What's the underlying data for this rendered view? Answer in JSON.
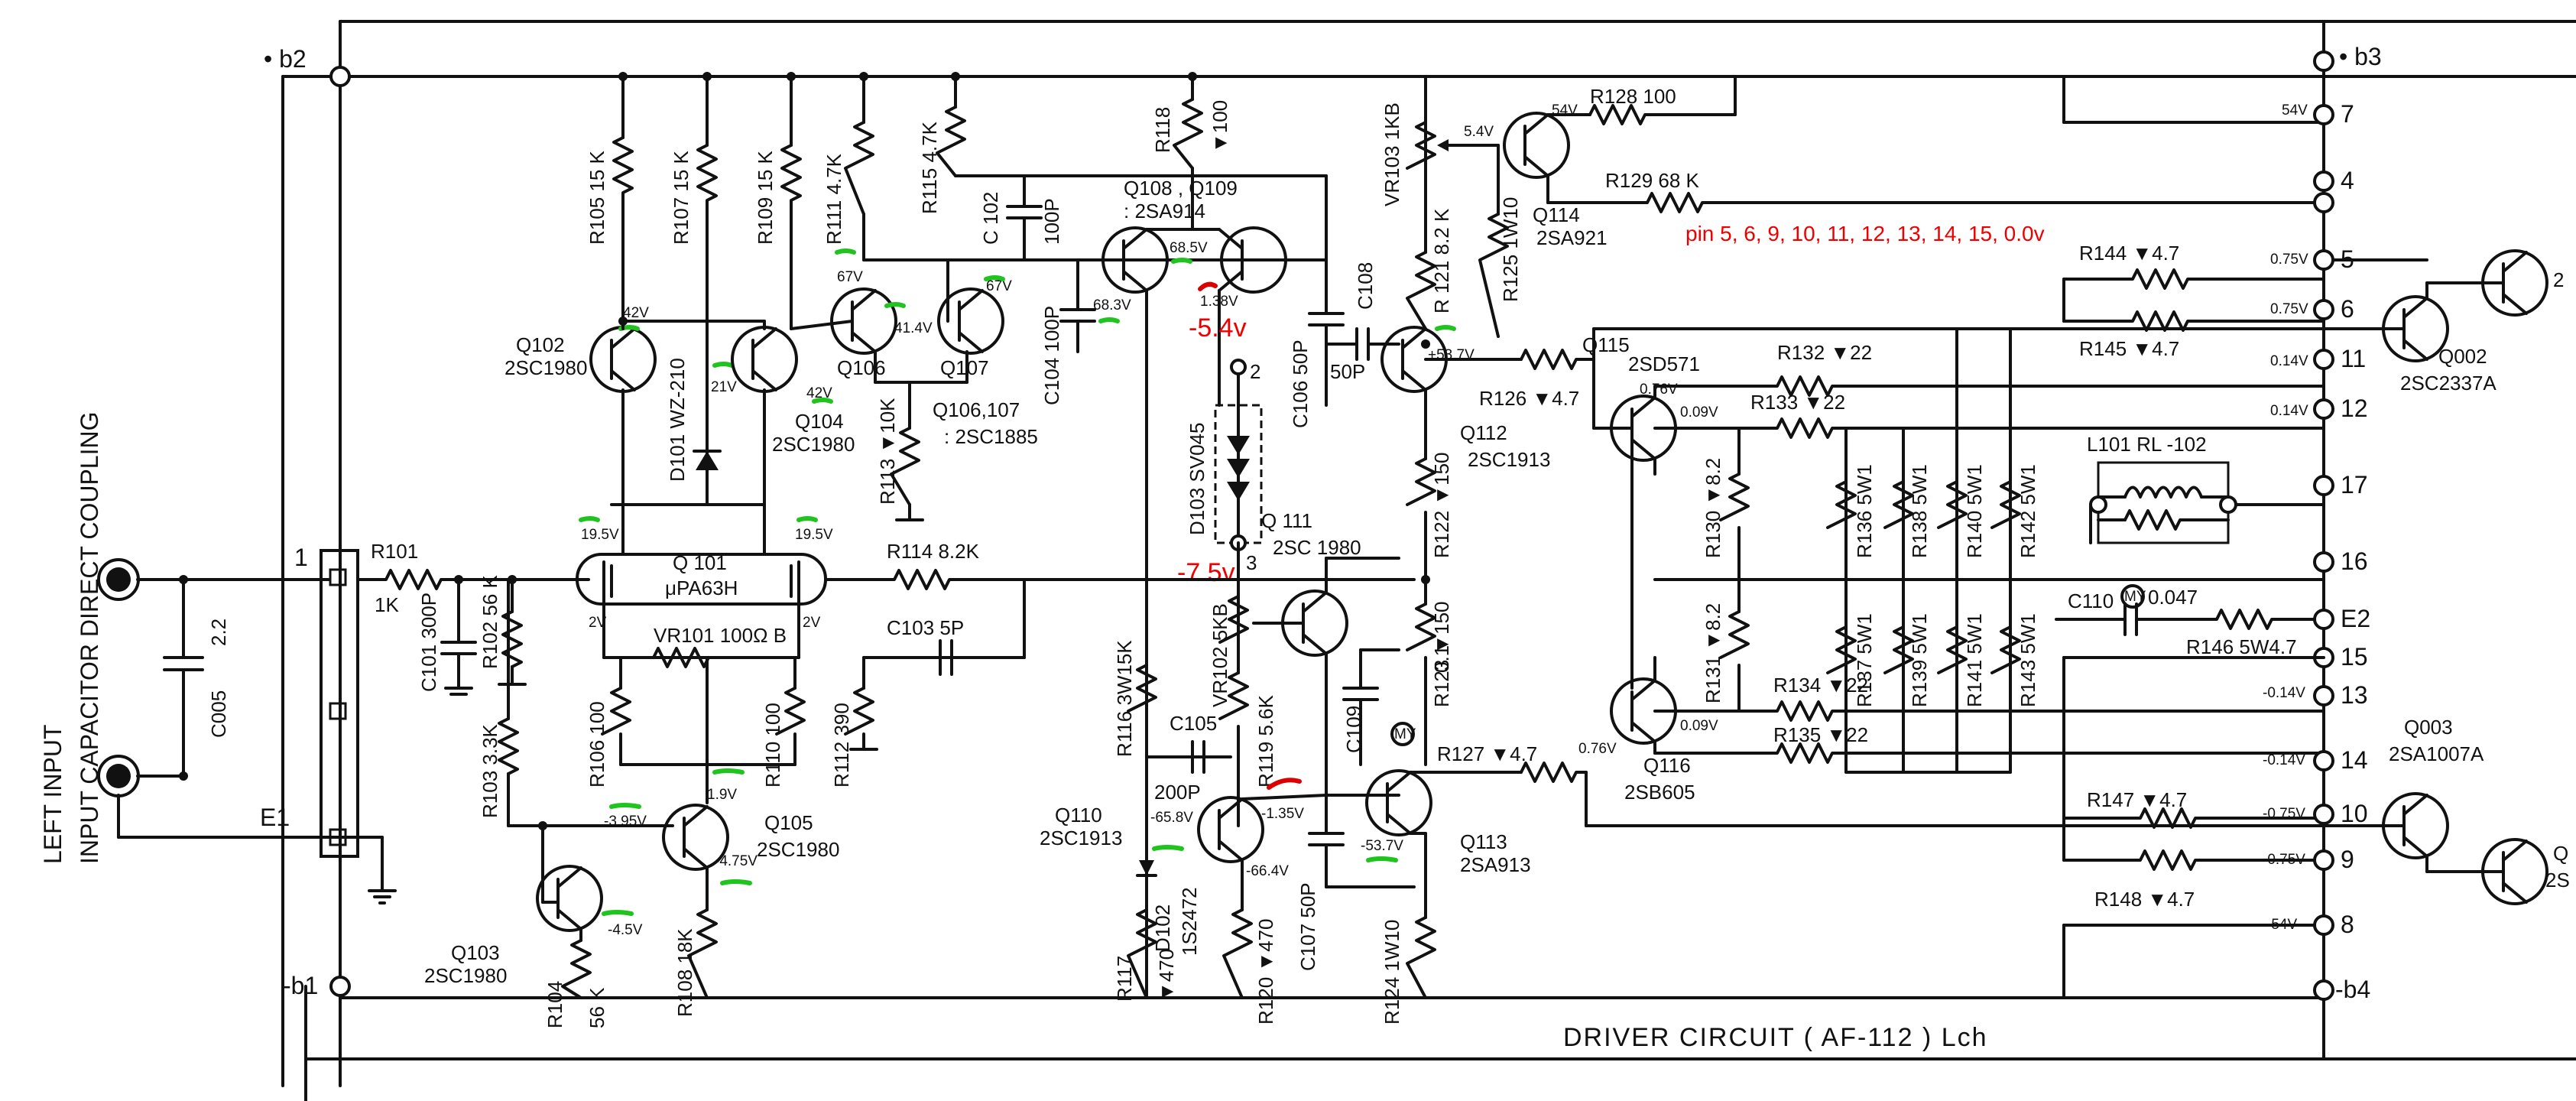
{
  "nodes": {
    "b2": "• b2",
    "b3": "• b3",
    "b1": "-b1",
    "b4": "-b4",
    "E1": "E1",
    "n1": "1",
    "e2": "E2",
    "p7": "7",
    "p4": "4",
    "p5": "5",
    "p6": "6",
    "p11": "11",
    "p12": "12",
    "p17": "17",
    "p16": "16",
    "p15": "15",
    "p13": "13",
    "p14": "14",
    "p10": "10",
    "p9": "9",
    "p8": "8",
    "d2": "2",
    "d3": "3"
  },
  "input_labels": [
    "LEFT INPUT",
    "INPUT CAPACITOR DIRECT COUPLING"
  ],
  "footer_title": "DRIVER CIRCUIT ( AF-112 ) Lch",
  "resistors": {
    "r101": "R101",
    "r101v": "1K",
    "r102": "R102 56 K",
    "r103": "R103 3.3K",
    "r104": "R104",
    "r104v": "56 K",
    "r105": "R105 15 K",
    "r106": "R106 100",
    "r107": "R107 15 K",
    "r108": "R108 18K",
    "r109": "R109 15 K",
    "r110": "R110 100",
    "r111": "R111 4.7K",
    "r112": "R112 390",
    "r113": "R113 ▼10K",
    "r114": "R114 8.2K",
    "r115": "R115 4.7K",
    "r116": "R116 3W15K",
    "r117": "R117",
    "r117v": "▼470",
    "r118": "R118",
    "r118v": "▼100",
    "r119": "R119 5.6K",
    "r120": "R120 ▼470",
    "r121": "R 121 8.2 K",
    "r122": "R122 ▼150",
    "r123": "R123 ▼150",
    "r124": "R124 1W10",
    "r125": "R125 1W10",
    "r126": "R126 ▼4.7",
    "r127": "R127 ▼4.7",
    "r128": "R128 100",
    "r129": "R129 68 K",
    "r130": "R130 ▼8.2",
    "r131": "R131 ▼8.2",
    "r132": "R132 ▼22",
    "r133": "R133 ▼22",
    "r134": "R134 ▼22",
    "r135": "R135 ▼22",
    "r136": "R136 5W1",
    "r137": "R137 5W1",
    "r138": "R138 5W1",
    "r139": "R139 5W1",
    "r140": "R140 5W1",
    "r141": "R141 5W1",
    "r142": "R142 5W1",
    "r143": "R143 5W1",
    "r144": "R144 ▼4.7",
    "r145": "R145 ▼4.7",
    "r146": "R146 5W4.7",
    "r147": "R147 ▼4.7",
    "r148": "R148 ▼4.7"
  },
  "capacitors": {
    "c005": "C005",
    "c005v": "2.2",
    "c101": "C101 300P",
    "c102": "C 102",
    "c102v": "100P",
    "c103": "C103 5P",
    "c104": "C104 100P",
    "c105": "C105",
    "c105v": "200P",
    "c106": "C106 50P",
    "c106v": "50P",
    "c107": "C107 50P",
    "c108": "C108",
    "c109": "C109",
    "c109v": "0.1",
    "c110": "C110",
    "c110v": "0.047",
    "mylar": "MY"
  },
  "transistors": {
    "q101": "Q 101",
    "q101t": "μPA63H",
    "q102": "Q102",
    "q102t": "2SC1980",
    "q103": "Q103",
    "q103t": "2SC1980",
    "q104": "Q104",
    "q104t": "2SC1980",
    "q105": "Q105",
    "q105t": "2SC1980",
    "q106": "Q106",
    "q107": "Q107",
    "q106_107": "Q106,107",
    "q106_107t": ": 2SC1885",
    "q108": "Q108 , Q109",
    "q108t": ": 2SA914",
    "q110": "Q110",
    "q110t": "2SC1913",
    "q111": "Q 111",
    "q111t": "2SC 1980",
    "q112": "Q112",
    "q112t": "2SC1913",
    "q113": "Q113",
    "q113t": "2SA913",
    "q114": "Q114",
    "q114t": "2SA921",
    "q115": "Q115",
    "q115t": "2SD571",
    "q116": "Q116",
    "q116t": "2SB605",
    "q002": "Q002",
    "q002t": "2SC2337A",
    "q003": "Q003",
    "q003t": "2SA1007A",
    "qR1": "2",
    "qR2": "Q",
    "qR3": "2S"
  },
  "diodes": {
    "d101": "D101 WZ-210",
    "d102": "D102",
    "d102t": "1S2472",
    "d103": "D103 SV045"
  },
  "vr": {
    "vr101": "VR101 100Ω B",
    "vr102": "VR102 5KB",
    "vr103": "VR103 1KB",
    "l101": "L101  RL -102"
  },
  "voltages": {
    "v42a": "42V",
    "v21": "21V",
    "v42b": "42V",
    "v67a": "67V",
    "v41": "41.4V",
    "v67b": "67V",
    "v683": "68.3V",
    "v685": "68.5V",
    "v138": "1.38V",
    "v195a": "19.5V",
    "v195b": "19.5V",
    "v2a": "2V",
    "v2b": "2V",
    "v19": "1.9V",
    "v395": "-3.95V",
    "v475": "-4.75V",
    "v45": "-4.5V",
    "v658": "-65.8V",
    "v135": "-1.35V",
    "v664": "-66.4V",
    "v537a": "+53.7V",
    "v537b": "-53.7V",
    "v54a": "54V",
    "v54b": "54V",
    "v54in": "5.4V",
    "v076a": "0.76V",
    "v009a": "0.09V",
    "v076b": "0.76V",
    "v009b": "0.09V",
    "p54": "54V",
    "p075a": "0.75V",
    "p075b": "0.75V",
    "p014a": "0.14V",
    "p014b": "0.14V",
    "p014c": "-0.14V",
    "p014d": "-0.14V",
    "p075c": "-0.75V",
    "p075d": "-0.75V",
    "pm54": "-54V"
  },
  "annotations": {
    "pins_note": "pin 5, 6, 9, 10, 11, 12, 13, 14, 15, 0.0v",
    "neg54": "-5.4v",
    "neg75": "-7.5v"
  }
}
